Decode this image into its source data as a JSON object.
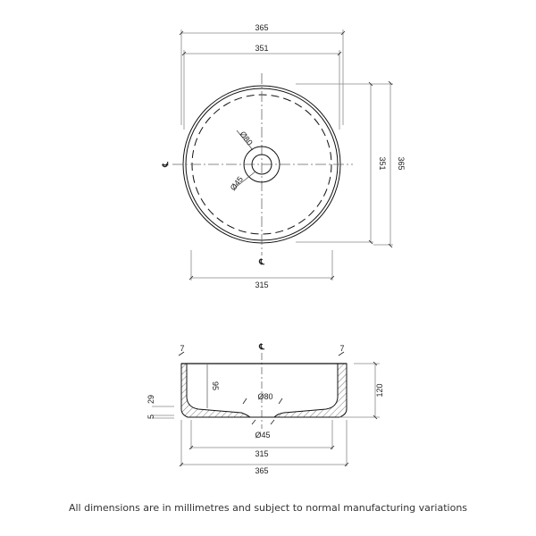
{
  "drawing": {
    "plan_view": {
      "outer_width_top": "365",
      "inner_width_top": "351",
      "outer_height_right": "365",
      "inner_height_right": "351",
      "bottom_width": "315",
      "centerline_left": "CL",
      "centerline_bottom": "CL",
      "waste_outer_diameter": "Ø80",
      "waste_inner_diameter": "Ø45"
    },
    "section_view": {
      "centerline": "CL",
      "wall_left": "7",
      "wall_right": "7",
      "inner_depth": "95",
      "total_height": "120",
      "base_thickness_a": "5",
      "base_thickness_b": "29",
      "waste_outer_diameter": "Ø80",
      "waste_inner_diameter": "Ø45",
      "base_width": "315",
      "overall_width": "365"
    },
    "colors": {
      "line": "#111111",
      "dimension": "#888888",
      "hatch": "#555555"
    }
  },
  "footer": {
    "note": "All dimensions are in millimetres and subject to normal manufacturing variations"
  }
}
